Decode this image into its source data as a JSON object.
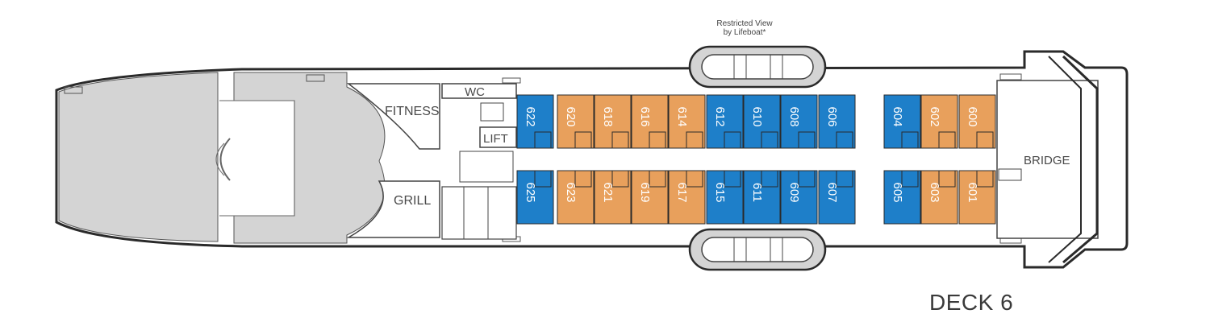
{
  "deck": {
    "title": "DECK 6"
  },
  "note": {
    "line1": "Restricted View",
    "line2": "by Lifeboat*"
  },
  "rooms": {
    "fitness": "FITNESS",
    "wc": "WC",
    "lift": "LIFT",
    "grill": "GRILL",
    "bridge": "BRIDGE"
  },
  "colors": {
    "blue_cabin": "#1e7fc9",
    "orange_cabin": "#e8a05c",
    "hull_grey": "#d4d4d4",
    "outline": "#2a2a2a"
  },
  "cabins": {
    "upper": [
      {
        "number": "622",
        "category": "blue"
      },
      {
        "number": "620",
        "category": "orange"
      },
      {
        "number": "618",
        "category": "orange"
      },
      {
        "number": "616",
        "category": "orange"
      },
      {
        "number": "614",
        "category": "orange"
      },
      {
        "number": "612",
        "category": "blue"
      },
      {
        "number": "610",
        "category": "blue"
      },
      {
        "number": "608",
        "category": "blue"
      },
      {
        "number": "606",
        "category": "blue"
      },
      {
        "number": "604",
        "category": "blue"
      },
      {
        "number": "602",
        "category": "orange"
      },
      {
        "number": "600",
        "category": "orange"
      }
    ],
    "lower": [
      {
        "number": "625",
        "category": "blue"
      },
      {
        "number": "623",
        "category": "orange"
      },
      {
        "number": "621",
        "category": "orange"
      },
      {
        "number": "619",
        "category": "orange"
      },
      {
        "number": "617",
        "category": "orange"
      },
      {
        "number": "615",
        "category": "blue"
      },
      {
        "number": "611",
        "category": "blue"
      },
      {
        "number": "609",
        "category": "blue"
      },
      {
        "number": "607",
        "category": "blue"
      },
      {
        "number": "605",
        "category": "blue"
      },
      {
        "number": "603",
        "category": "orange"
      },
      {
        "number": "601",
        "category": "orange"
      }
    ]
  }
}
